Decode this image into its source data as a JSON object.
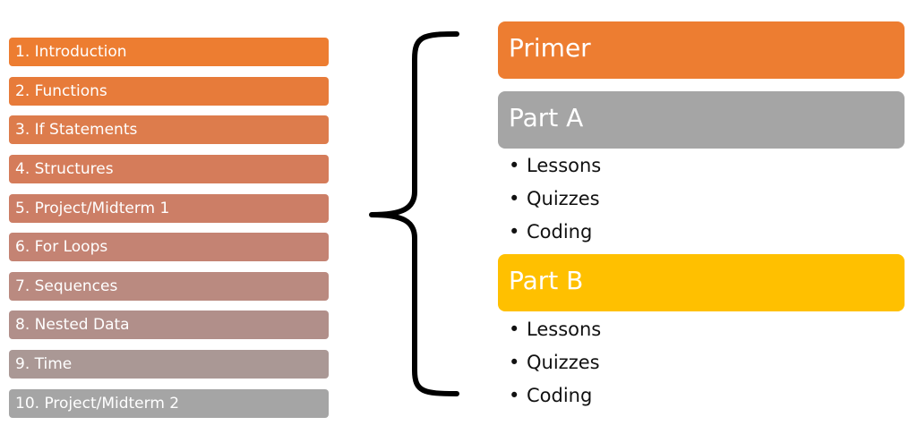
{
  "topics": [
    {
      "label": "1. Introduction",
      "color": "#ed7d31"
    },
    {
      "label": "2. Functions",
      "color": "#e77b3a"
    },
    {
      "label": "3. If Statements",
      "color": "#dd7c4c"
    },
    {
      "label": "4. Structures",
      "color": "#d57c5a"
    },
    {
      "label": "5. Project/Midterm 1",
      "color": "#cc7e66"
    },
    {
      "label": "6. For Loops",
      "color": "#c48373"
    },
    {
      "label": "7. Sequences",
      "color": "#ba8a80"
    },
    {
      "label": "8. Nested Data",
      "color": "#b18f8a"
    },
    {
      "label": "9. Time",
      "color": "#aa9895"
    },
    {
      "label": "10. Project/Midterm 2",
      "color": "#a5a5a5"
    }
  ],
  "blocks": [
    {
      "title": "Primer",
      "color": "#ed7d31",
      "bullets": []
    },
    {
      "title": "Part A",
      "color": "#a5a5a5",
      "bullets": [
        "Lessons",
        "Quizzes",
        "Coding"
      ]
    },
    {
      "title": "Part B",
      "color": "#ffc000",
      "bullets": [
        "Lessons",
        "Quizzes",
        "Coding"
      ]
    }
  ],
  "bullet_glyph": "•"
}
